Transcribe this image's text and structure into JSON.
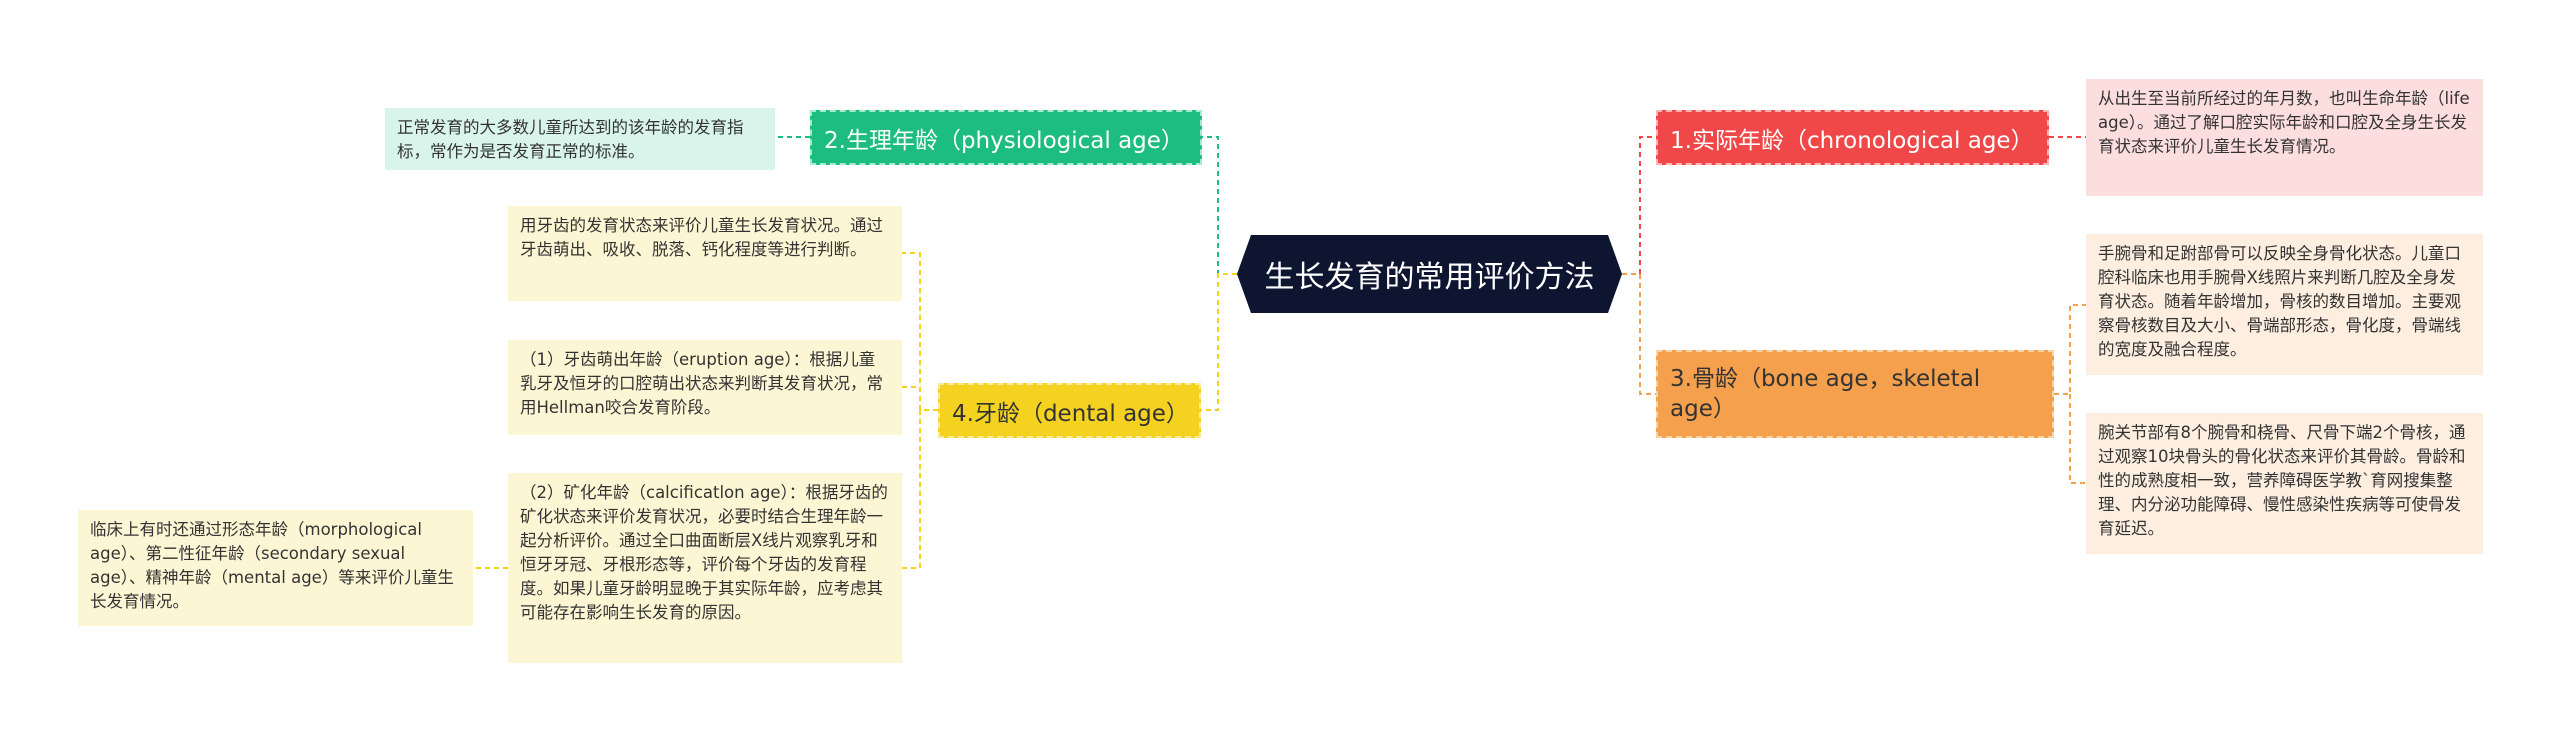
{
  "root": {
    "title": "生长发育的常用评价方法"
  },
  "branches": [
    {
      "label": "1.实际年龄（chronological age）",
      "leaves": [
        "从出生至当前所经过的年月数，也叫生命年龄（life age）。通过了解口腔实际年龄和口腔及全身生长发育状态来评价儿童生长发育情况。"
      ]
    },
    {
      "label": "2.生理年龄（physiological age）",
      "leaves": [
        "正常发育的大多数儿童所达到的该年龄的发育指标，常作为是否发育正常的标准。"
      ]
    },
    {
      "label": "3.骨龄（bone age，skeletal age）",
      "leaves": [
        "手腕骨和足跗部骨可以反映全身骨化状态。儿童口腔科临床也用手腕骨X线照片来判断几腔及全身发育状态。随着年龄增加，骨核的数目增加。主要观察骨核数目及大小、骨端部形态，骨化度，骨端线的宽度及融合程度。",
        "腕关节部有8个腕骨和桡骨、尺骨下端2个骨核，通过观察10块骨头的骨化状态来评价其骨龄。骨龄和性的成熟度相一致，营养障碍医学教`育网搜集整理、内分泌功能障碍、慢性感染性疾病等可使骨发育延迟。"
      ]
    },
    {
      "label": "4.牙龄（dental age）",
      "leaves": [
        "用牙齿的发育状态来评价儿童生长发育状况。通过牙齿萌出、吸收、脱落、钙化程度等进行判断。",
        "（1）牙齿萌出年龄（eruption age）：根据儿童乳牙及恒牙的口腔萌出状态来判断其发育状况，常用Hellman咬合发育阶段。",
        "（2）矿化年龄（calcificatlon age）：根据牙齿的矿化状态来评价发育状况，必要时结合生理年龄一起分析评价。通过全口曲面断层X线片观察乳牙和恒牙牙冠、牙根形态等，评价每个牙齿的发育程度。如果儿童牙龄明显晚于其实际年龄，应考虑其可能存在影响生长发育的原因。",
        "临床上有时还通过形态年龄（morphological age）、第二性征年龄（secondary sexual age）、精神年龄（mental age）等来评价儿童生长发育情况。"
      ]
    }
  ],
  "colors": {
    "root": "#0e1530",
    "red": "#f04848",
    "green": "#1dbd80",
    "orange": "#f4a04c",
    "yellow": "#f5d21f"
  }
}
